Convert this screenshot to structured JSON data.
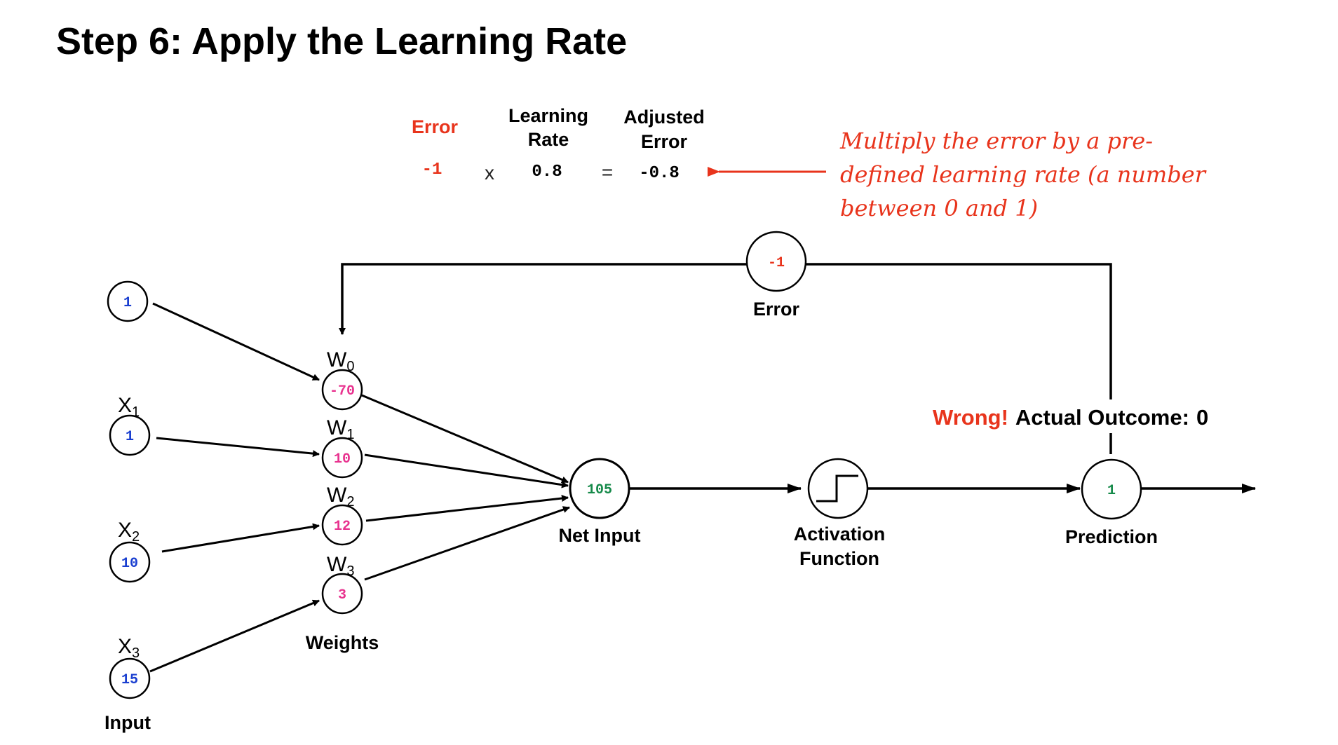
{
  "title": "Step 6: Apply the Learning Rate",
  "formula": {
    "error_header": "Error",
    "learning_rate_header_1": "Learning",
    "learning_rate_header_2": "Rate",
    "adjusted_header_1": "Adjusted",
    "adjusted_header_2": "Error",
    "error_value": "-1",
    "times": "x",
    "learning_rate_value": "0.8",
    "equals": "=",
    "adjusted_value": "-0.8"
  },
  "note": {
    "line1": "Multiply the error by a pre-",
    "line2": "defined learning rate (a number",
    "line3": "between 0 and 1)"
  },
  "inputs": {
    "bias_value": "1",
    "x1_label": "X",
    "x1_sub": "1",
    "x1_value": "1",
    "x2_label": "X",
    "x2_sub": "2",
    "x2_value": "10",
    "x3_label": "X",
    "x3_sub": "3",
    "x3_value": "15",
    "caption": "Input"
  },
  "weights": {
    "w0_label": "W",
    "w0_sub": "0",
    "w0_value": "-70",
    "w1_label": "W",
    "w1_sub": "1",
    "w1_value": "10",
    "w2_label": "W",
    "w2_sub": "2",
    "w2_value": "12",
    "w3_label": "W",
    "w3_sub": "3",
    "w3_value": "3",
    "caption": "Weights"
  },
  "net_input": {
    "value": "105",
    "caption": "Net Input"
  },
  "activation": {
    "caption_1": "Activation",
    "caption_2": "Function"
  },
  "prediction": {
    "value": "1",
    "caption": "Prediction"
  },
  "error_node": {
    "value": "-1",
    "caption": "Error"
  },
  "outcome": {
    "wrong": "Wrong!",
    "label": "Actual Outcome:",
    "value": "0"
  },
  "colors": {
    "input_values": "#1a3fd0",
    "weight_values": "#e8338f",
    "net_value": "#168a4a",
    "error": "#e8341c"
  }
}
